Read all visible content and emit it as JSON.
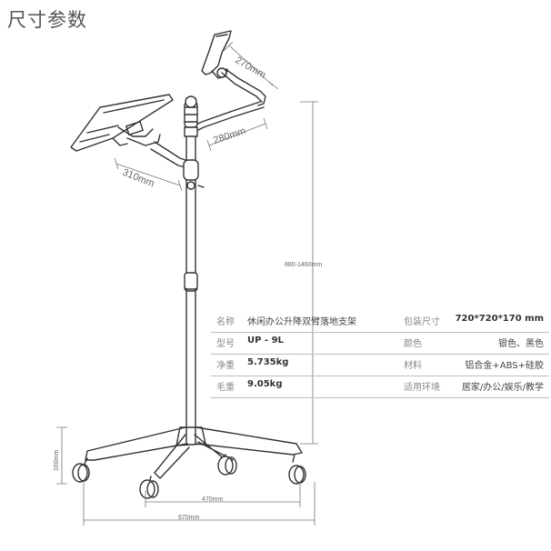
{
  "title": "尺寸参数",
  "dimensions": {
    "tablet_arm": "270mm",
    "arm_280": "280mm",
    "arm_310": "310mm",
    "height_range": "880-1460mm",
    "base_height": "160mm",
    "caster_span": "470mm",
    "base_width": "670mm"
  },
  "specs": [
    {
      "label": "名称",
      "value": "休闲办公升降双臂落地支架",
      "label2": "包装尺寸",
      "value2": "720*720*170 mm"
    },
    {
      "label": "型号",
      "value": "UP - 9L",
      "label2": "颜色",
      "value2": "银色、黑色"
    },
    {
      "label": "净重",
      "value": "5.735kg",
      "label2": "材料",
      "value2": "铝合金+ABS+硅胶"
    },
    {
      "label": "毛重",
      "value": "9.05kg",
      "label2": "适用环境",
      "value2": "居家/办公/娱乐/教学"
    }
  ]
}
